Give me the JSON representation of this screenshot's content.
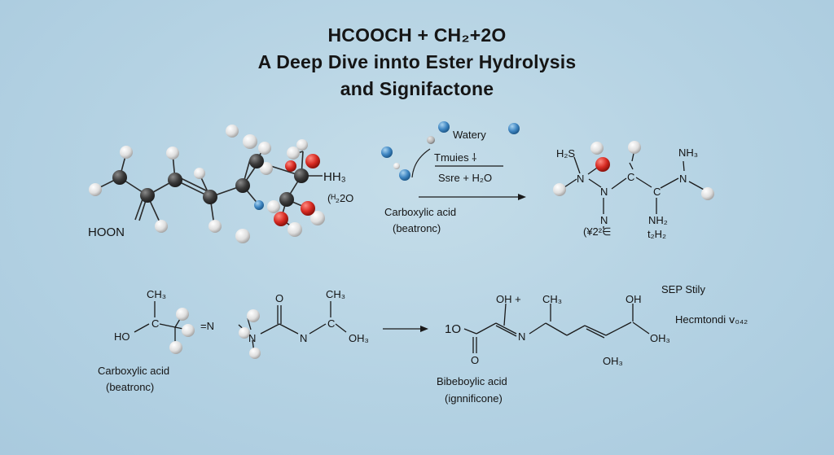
{
  "title": {
    "line1": "HCOOCH + CH₂+2O",
    "line2": "A Deep Dive innto Ester Hydrolysis",
    "line3": "and Signifactone"
  },
  "top_left": {
    "hoon": "HOON",
    "hh3": "HH₃",
    "h2o": "(ᴴ₂2O"
  },
  "top_middle": {
    "watery": "Watery",
    "tmuies": "Tmuies ⸸",
    "ssre": "Ssre + H₂O",
    "caption1": "Carboxylic acid",
    "caption2": "(beatronc)"
  },
  "top_right": {
    "h2s": "H₂S",
    "n1": "N",
    "n2": "N",
    "c1": "C",
    "c2": "C",
    "nh3": "NH₃",
    "n3": "N",
    "n4": "N",
    "bottom_left": "(¥2²∈",
    "nh2": "NH₂",
    "t2h2": "t₂H₂"
  },
  "bottom_left": {
    "ch3a": "CH₃",
    "ho": "HO",
    "c1": "C",
    "n_eq": "=N",
    "o": "O",
    "n": "N",
    "ch3b": "CH₃",
    "c2": "C",
    "oh3": "OH₃",
    "caption1": "Carboxylic acid",
    "caption2": "(beatronc)"
  },
  "bottom_right": {
    "oh_plus": "OH  +",
    "ch3": "CH₃",
    "oh": "OH",
    "ten_o": "1O",
    "n": "N",
    "o": "O",
    "oh3a": "OH₃",
    "oh3b": "OH₃",
    "sep": "SEP Stily",
    "hecm": "Hecmtondi ⅴ₀₄₂",
    "caption1": "Bibeboylic acid",
    "caption2": "(ignnificone)"
  }
}
